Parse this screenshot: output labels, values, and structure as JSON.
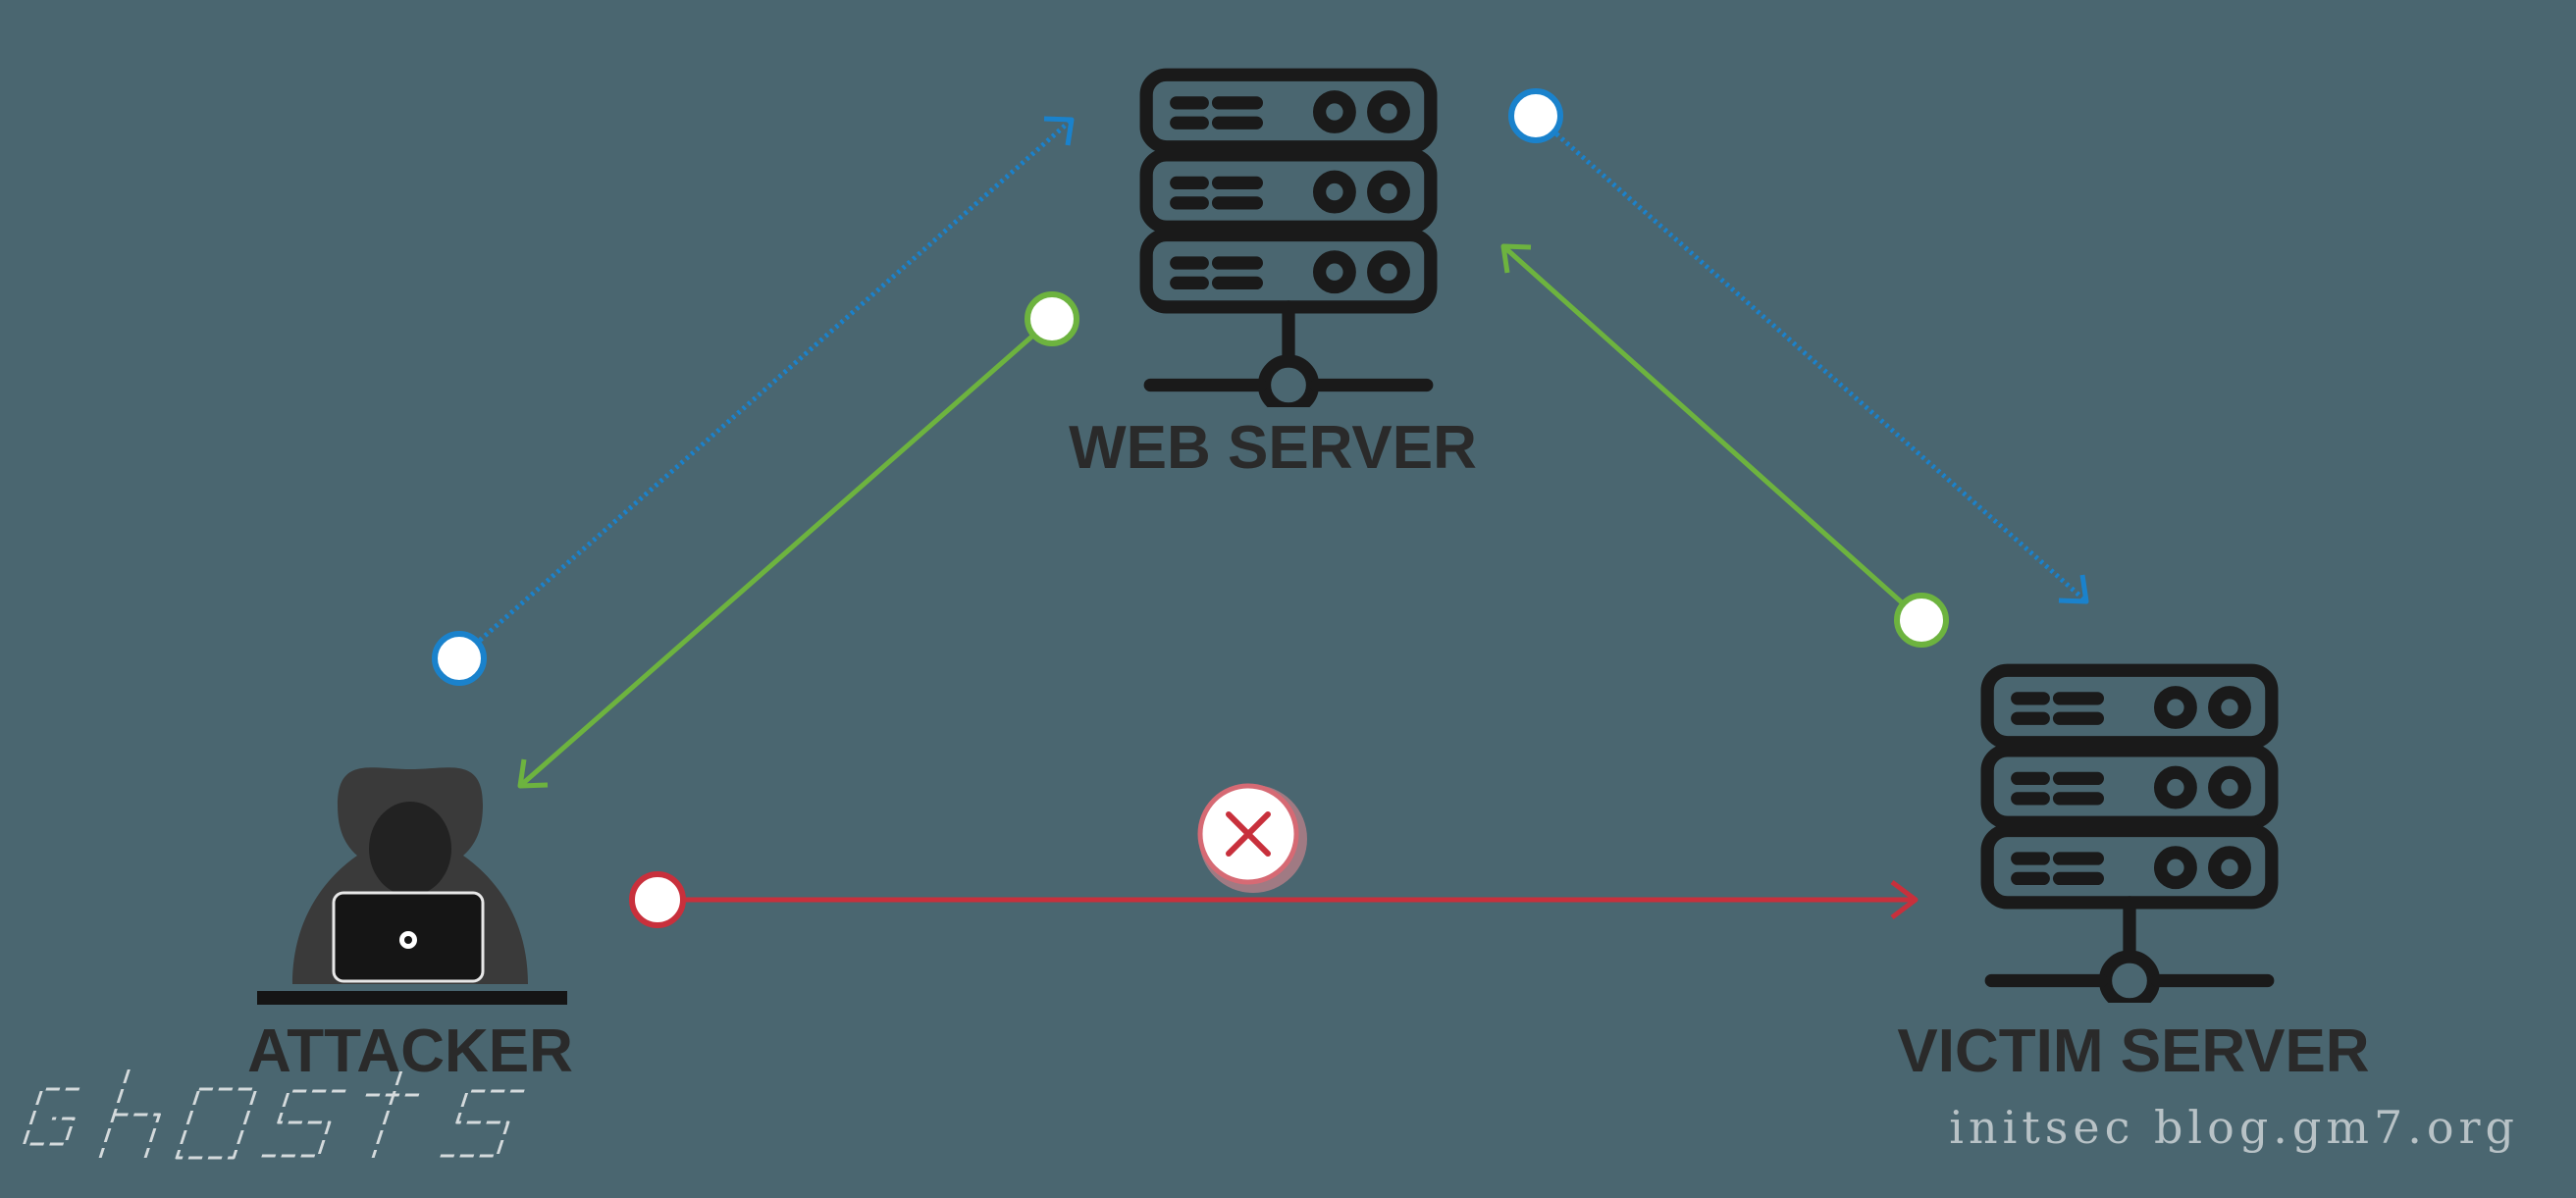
{
  "colors": {
    "background": "#4a6670",
    "request": "#1a82cc",
    "response": "#6db33f",
    "blocked": "#c8303c",
    "icon": "#1a1a1a",
    "hacker": "#3a3a3a",
    "label": "#2a2a2a",
    "watermark": "#b8c2c6"
  },
  "nodes": {
    "web_server": {
      "label": "WEB SERVER",
      "icon": "server-rack-icon"
    },
    "attacker": {
      "label": "ATTACKER",
      "icon": "hooded-hacker-icon"
    },
    "victim_server": {
      "label": "VICTIM SERVER",
      "icon": "server-rack-icon"
    }
  },
  "edges": [
    {
      "from": "attacker",
      "to": "web_server",
      "style": "dotted",
      "color": "request"
    },
    {
      "from": "web_server",
      "to": "attacker",
      "style": "solid",
      "color": "response"
    },
    {
      "from": "web_server",
      "to": "victim_server",
      "style": "dotted",
      "color": "request"
    },
    {
      "from": "victim_server",
      "to": "web_server",
      "style": "solid",
      "color": "response"
    },
    {
      "from": "attacker",
      "to": "victim_server",
      "style": "solid",
      "color": "blocked",
      "blocked": true,
      "marker_icon": "blocked-x-icon"
    }
  ],
  "watermark": {
    "logo": "ghosts",
    "text": "initsec blog.gm7.org"
  }
}
